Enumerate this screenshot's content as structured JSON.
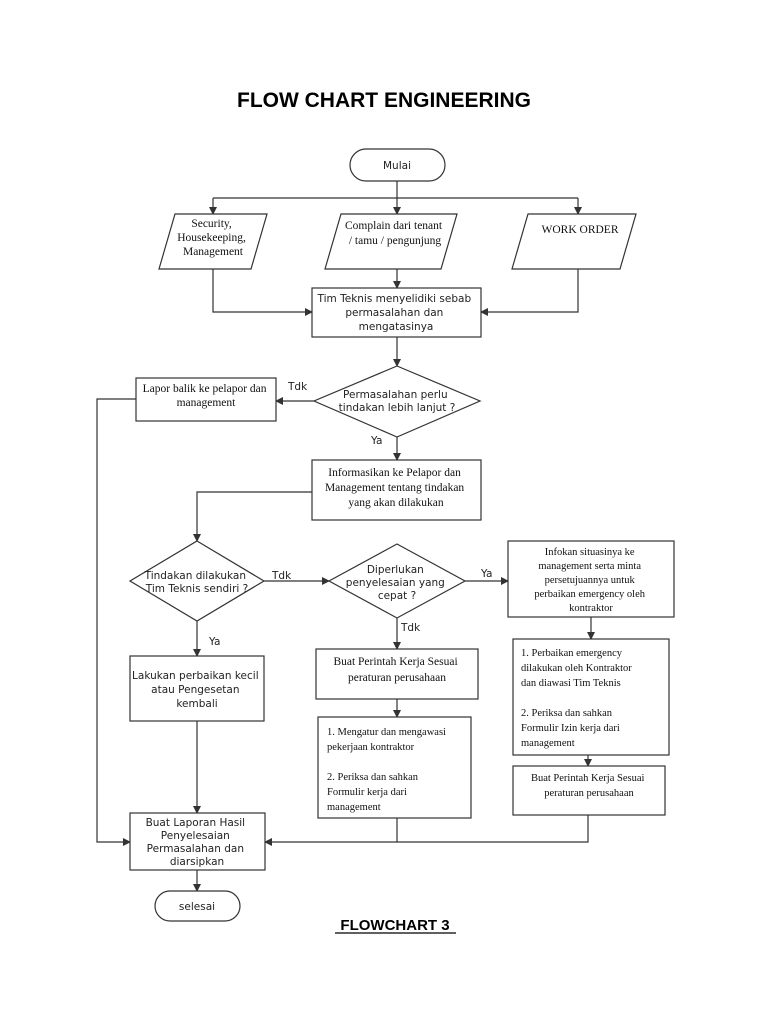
{
  "title": "FLOW CHART ENGINEERING",
  "footer": "FLOWCHART 3",
  "nodes": {
    "start": "Mulai",
    "src_security": [
      "Security,",
      "Housekeeping,",
      "Management"
    ],
    "src_complain": [
      "Complain dari tenant",
      "/ tamu / pengunjung"
    ],
    "src_workorder": [
      "WORK ORDER"
    ],
    "investigate": [
      "Tim Teknis menyelidiki sebab",
      "permasalahan dan",
      "mengatasinya"
    ],
    "decision_further": [
      "Permasalahan perlu",
      "tindakan lebih lanjut ?"
    ],
    "report_back": [
      "Lapor balik ke pelapor dan",
      "management"
    ],
    "inform": [
      "Informasikan ke Pelapor dan",
      "Management tentang tindakan",
      "yang akan dilakukan"
    ],
    "decision_self": [
      "Tindakan dilakukan",
      "Tim Teknis sendiri ?"
    ],
    "decision_fast": [
      "Diperlukan",
      "penyelesaian yang",
      "cepat ?"
    ],
    "emergency_info": [
      "Infokan situasinya ke",
      "management serta minta",
      "persetujuannya untuk",
      "perbaikan emergency oleh",
      "kontraktor"
    ],
    "minor_fix": [
      "Lakukan perbaikan kecil",
      "atau Pengesetan",
      "kembali"
    ],
    "work_order_left": [
      "Buat Perintah Kerja Sesuai",
      "peraturan perusahaan"
    ],
    "emergency_steps": [
      "1. Perbaikan emergency",
      "dilakukan oleh Kontraktor",
      "dan diawasi Tim Teknis",
      "",
      "2. Periksa dan sahkan",
      "Formulir Izin kerja dari",
      "management"
    ],
    "supervise": [
      "1. Mengatur dan mengawasi",
      "pekerjaan kontraktor",
      "",
      "2. Periksa dan sahkan",
      "Formulir kerja dari",
      "management"
    ],
    "work_order_right": [
      "Buat Perintah Kerja Sesuai",
      "peraturan perusahaan"
    ],
    "final_report": [
      "Buat Laporan Hasil",
      "Penyelesaian",
      "Permasalahan dan",
      "diarsipkan"
    ],
    "end": "selesai"
  },
  "labels": {
    "tdk_report": "Tdk",
    "ya_inform": "Ya",
    "tdk_self": "Tdk",
    "ya_fast": "Ya",
    "ya_self": "Ya",
    "tdk_fast": "Tdk"
  }
}
